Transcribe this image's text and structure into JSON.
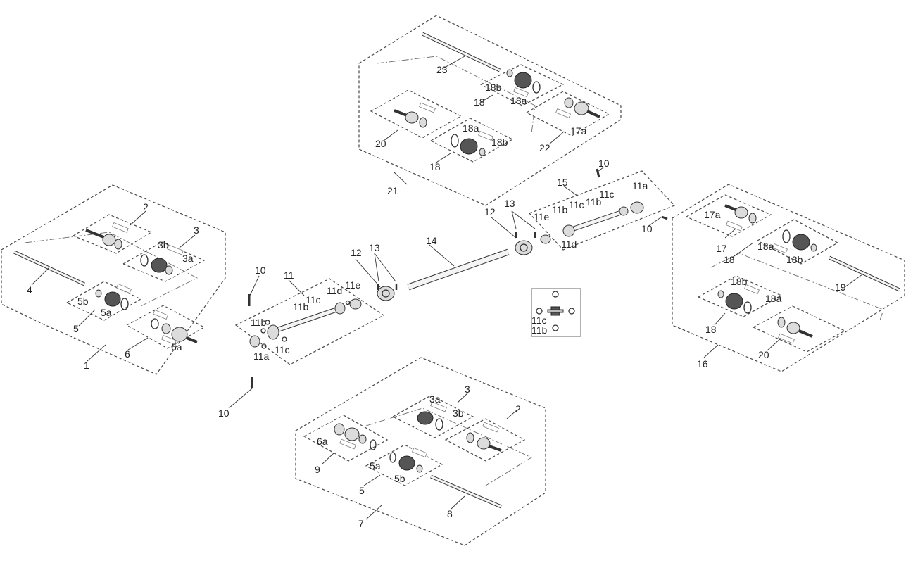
{
  "callouts": {
    "c1": "1",
    "c2a": "2",
    "c2b": "2",
    "c3a": "3",
    "c3b": "3",
    "c3a_l": "3a",
    "c3a_b": "3a",
    "c3b_l": "3b",
    "c3b_b": "3b",
    "c4": "4",
    "c5l": "5",
    "c5b": "5",
    "c5a_l": "5a",
    "c5a_b": "5a",
    "c5b_l": "5b",
    "c5b_b": "5b",
    "c6": "6",
    "c6a_l": "6a",
    "c6a_b": "6a",
    "c7": "7",
    "c8": "8",
    "c9": "9",
    "c10a": "10",
    "c10b": "10",
    "c10c": "10",
    "c10d": "10",
    "c11": "11",
    "c11a_l": "11a",
    "c11a_r": "11a",
    "c11b_1": "11b",
    "c11b_2": "11b",
    "c11b_3": "11b",
    "c11b_4": "11b",
    "c11b_5": "11b",
    "c11c_1": "11c",
    "c11c_2": "11c",
    "c11c_3": "11c",
    "c11c_4": "11c",
    "c11c_5": "11c",
    "c11d_l": "11d",
    "c11d_r": "11d",
    "c11e_l": "11e",
    "c11e_r": "11e",
    "c12a": "12",
    "c12b": "12",
    "c13a": "13",
    "c13b": "13",
    "c14": "14",
    "c15": "15",
    "c16": "16",
    "c17": "17",
    "c17a_r": "17a",
    "c17a_t": "17a",
    "c18_t1": "18",
    "c18_t2": "18",
    "c18_r1": "18",
    "c18_r2": "18",
    "c18a_t1": "18a",
    "c18a_t2": "18a",
    "c18a_r1": "18a",
    "c18a_r2": "18a",
    "c18b_t1": "18b",
    "c18b_t2": "18b",
    "c18b_r1": "18b",
    "c18b_r2": "18b",
    "c19": "19",
    "c20_t": "20",
    "c20_r": "20",
    "c21": "21",
    "c22": "22",
    "c23": "23"
  },
  "colors": {
    "line": "#333333",
    "dashed_outline": "#4a4a4a",
    "background": "#ffffff"
  }
}
